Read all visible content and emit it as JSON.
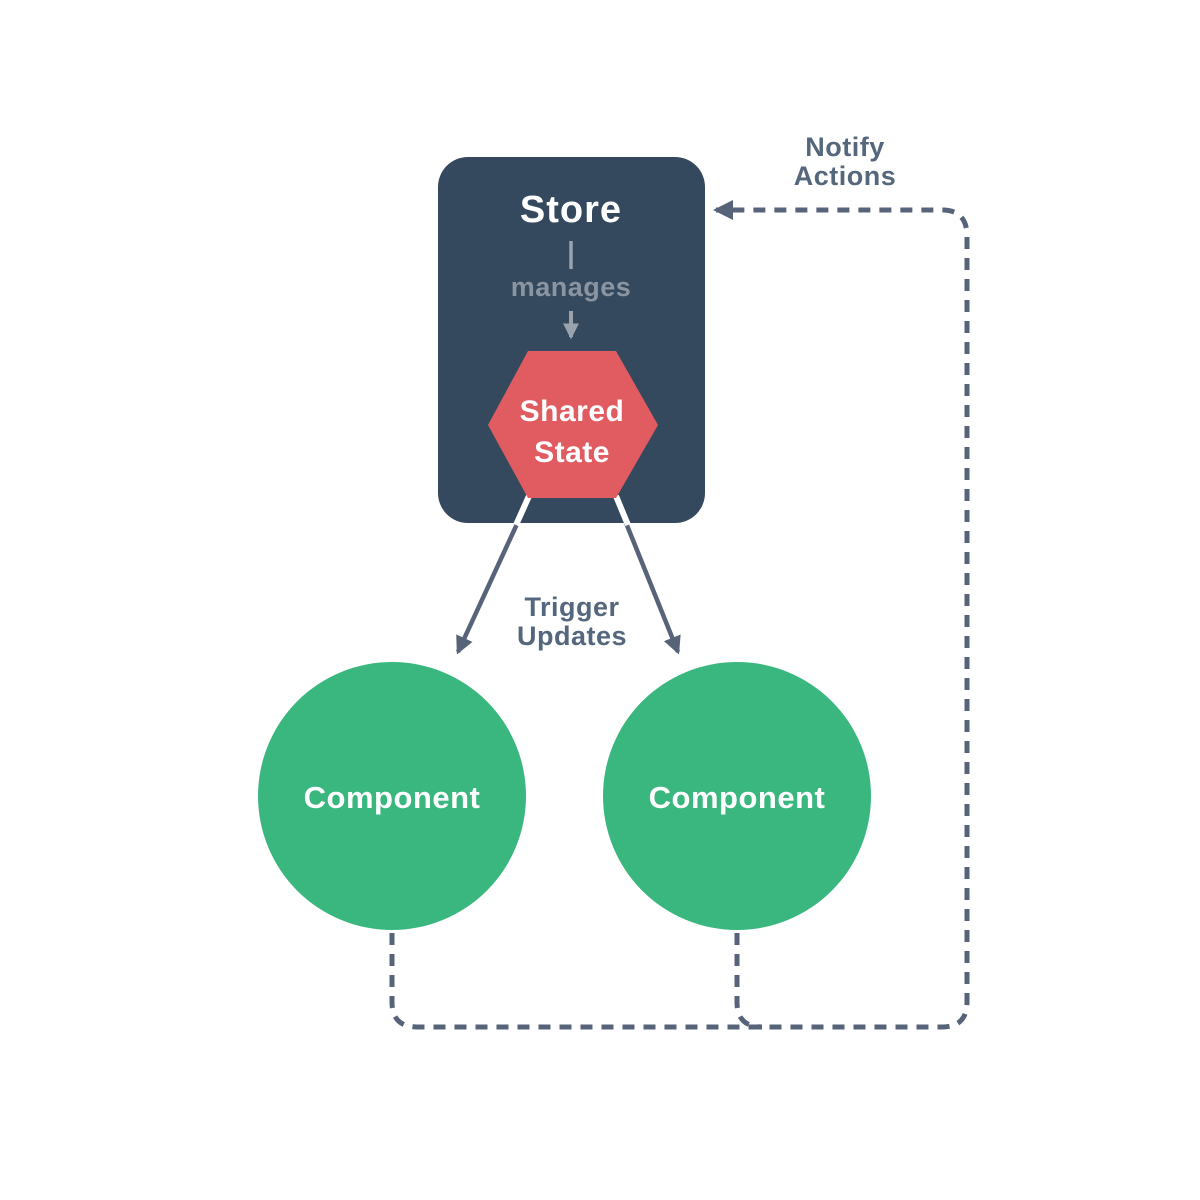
{
  "diagram": {
    "store": {
      "title": "Store",
      "manages_label": "manages"
    },
    "shared_state": {
      "line1": "Shared",
      "line2": "State"
    },
    "components": [
      {
        "label": "Component"
      },
      {
        "label": "Component"
      }
    ],
    "edge_labels": {
      "trigger_line1": "Trigger",
      "trigger_line2": "Updates",
      "notify_line1": "Notify",
      "notify_line2": "Actions"
    },
    "colors": {
      "background": "#ffffff",
      "store_fill": "#34495e",
      "shared_state_fill": "#e05c61",
      "component_fill": "#3ab77e",
      "connector": "#566378",
      "edge_label_text": "#55677c",
      "muted_text": "#8b95a1",
      "muted_arrow": "#9aa3ad"
    }
  }
}
